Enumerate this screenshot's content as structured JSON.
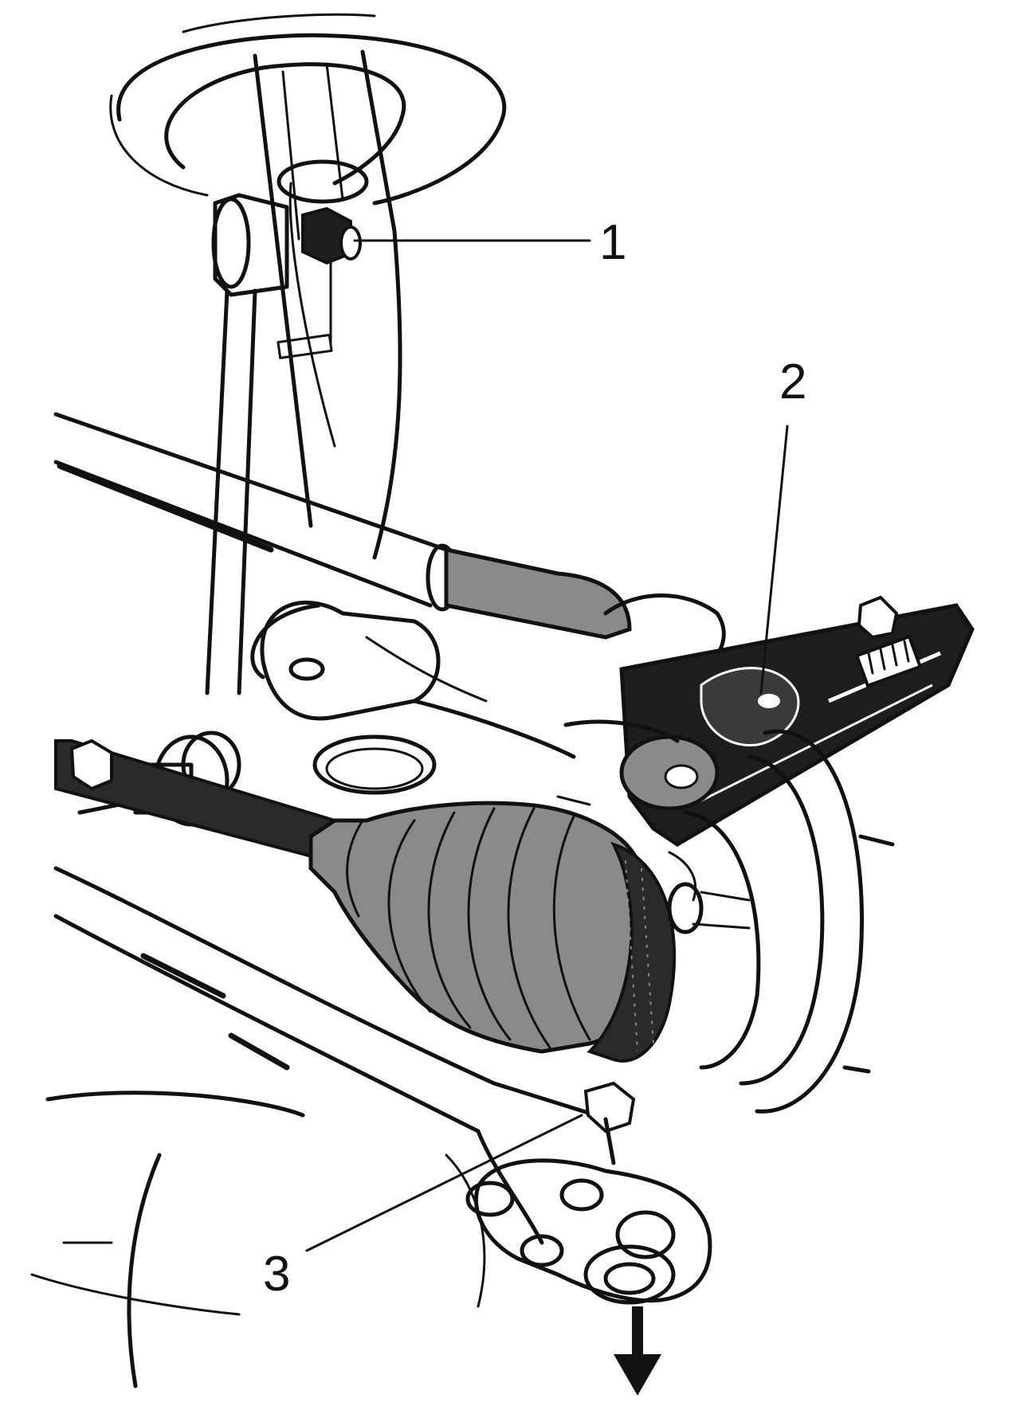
{
  "diagram": {
    "callouts": [
      {
        "id": "1",
        "label": "1"
      },
      {
        "id": "2",
        "label": "2"
      },
      {
        "id": "3",
        "label": "3"
      }
    ],
    "colors": {
      "ink": "#111111",
      "boot_gray": "#8a8a8a",
      "tool_dark": "#1e1e1e",
      "background": "#ffffff"
    }
  }
}
